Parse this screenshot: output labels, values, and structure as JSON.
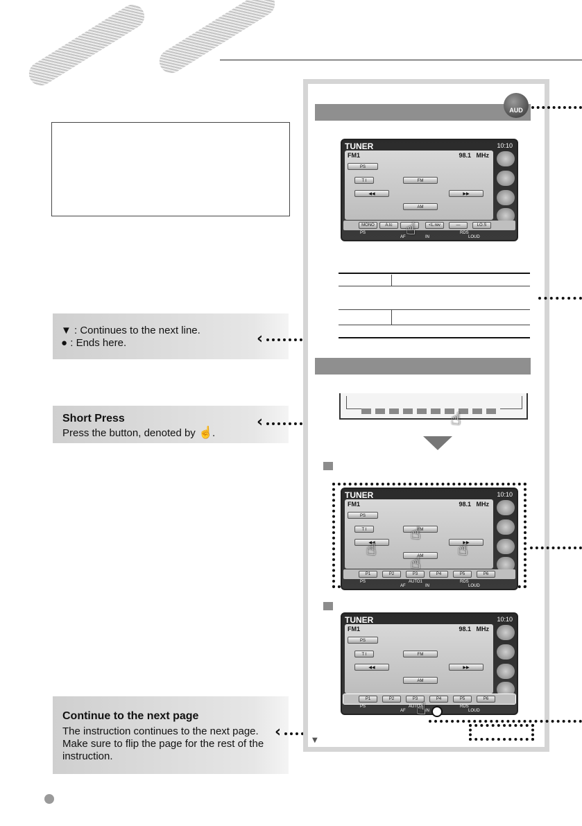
{
  "notes": {
    "legend_line1": "▼ : Continues to the next line.",
    "legend_line2": "● : Ends here.",
    "short_press_title": "Short Press",
    "short_press_text": "Press the button, denoted by",
    "short_press_end": ".",
    "continue_title": "Continue to the next page",
    "continue_text": "The instruction continues to the next page. Make sure to flip the page for the rest of the instruction."
  },
  "remote_label": "AUD",
  "screens": [
    {
      "title": "TUNER",
      "clock": "10:10",
      "band": "FM1",
      "freq": "98.1",
      "unit": "MHz",
      "ps": "PS",
      "ti": "T I",
      "fm": "FM",
      "am": "AM",
      "bottom": [
        "MONO",
        "A.tc",
        "",
        "<L.rev",
        "—",
        "LO.S"
      ],
      "status_top": [
        "PS",
        "RDS"
      ],
      "status_bot": [
        "AF",
        "IN",
        "LOUD"
      ]
    },
    {
      "title": "TUNER",
      "clock": "10:10",
      "band": "FM1",
      "freq": "98.1",
      "unit": "MHz",
      "ps": "PS",
      "ti": "T I",
      "fm": "FM",
      "am": "AM",
      "bottom": [
        "P1",
        "P2",
        "P3",
        "P4",
        "P5",
        "P6"
      ],
      "status_top": [
        "PS",
        "AUTO1",
        "RDS"
      ],
      "status_bot": [
        "AF",
        "IN",
        "LOUD"
      ]
    },
    {
      "title": "TUNER",
      "clock": "10:10",
      "band": "FM1",
      "freq": "98.1",
      "unit": "MHz",
      "ps": "PS",
      "ti": "T I",
      "fm": "FM",
      "am": "AM",
      "bottom": [
        "P1",
        "P2",
        "P3",
        "P4",
        "P5",
        "P6"
      ],
      "status_top": [
        "PS",
        "AUTO1",
        "RDS"
      ],
      "status_bot": [
        "AF",
        "IN",
        "LOUD"
      ]
    }
  ]
}
